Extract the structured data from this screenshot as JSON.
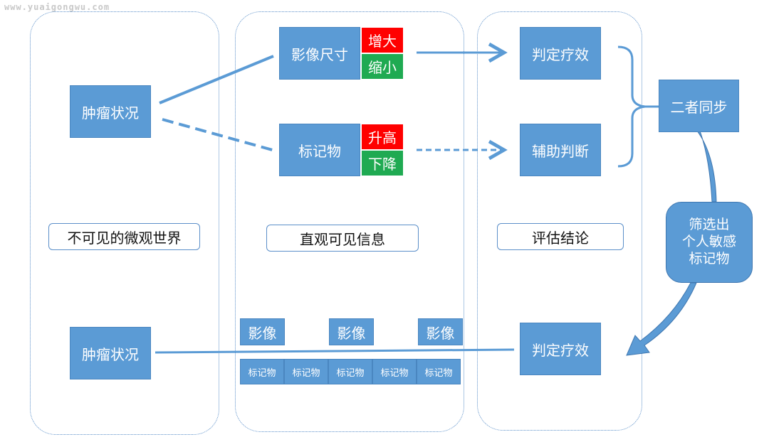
{
  "watermark": "www.yuaigongwu.com",
  "left": {
    "tumor_top": "肿瘤状况",
    "caption": "不可见的微观世界",
    "tumor_bottom": "肿瘤状况"
  },
  "middle": {
    "image_size": "影像尺寸",
    "increase": "增大",
    "shrink": "缩小",
    "marker": "标记物",
    "rise": "升高",
    "fall": "下降",
    "caption": "直观可见信息",
    "images": [
      "影像",
      "影像",
      "影像"
    ],
    "markers": [
      "标记物",
      "标记物",
      "标记物",
      "标记物",
      "标记物"
    ]
  },
  "right": {
    "judge_efficacy": "判定疗效",
    "aid_judgement": "辅助判断",
    "caption": "评估结论",
    "judge_efficacy_bottom": "判定疗效"
  },
  "side": {
    "sync": "二者同步",
    "select_line1": "筛选出",
    "select_line2": "个人敏感",
    "select_line3": "标记物"
  },
  "colors": {
    "box_blue": "#5b9bd5",
    "red_tag": "#ff0000",
    "green_tag": "#1faa52",
    "panel_border": "#5b8fc9"
  }
}
